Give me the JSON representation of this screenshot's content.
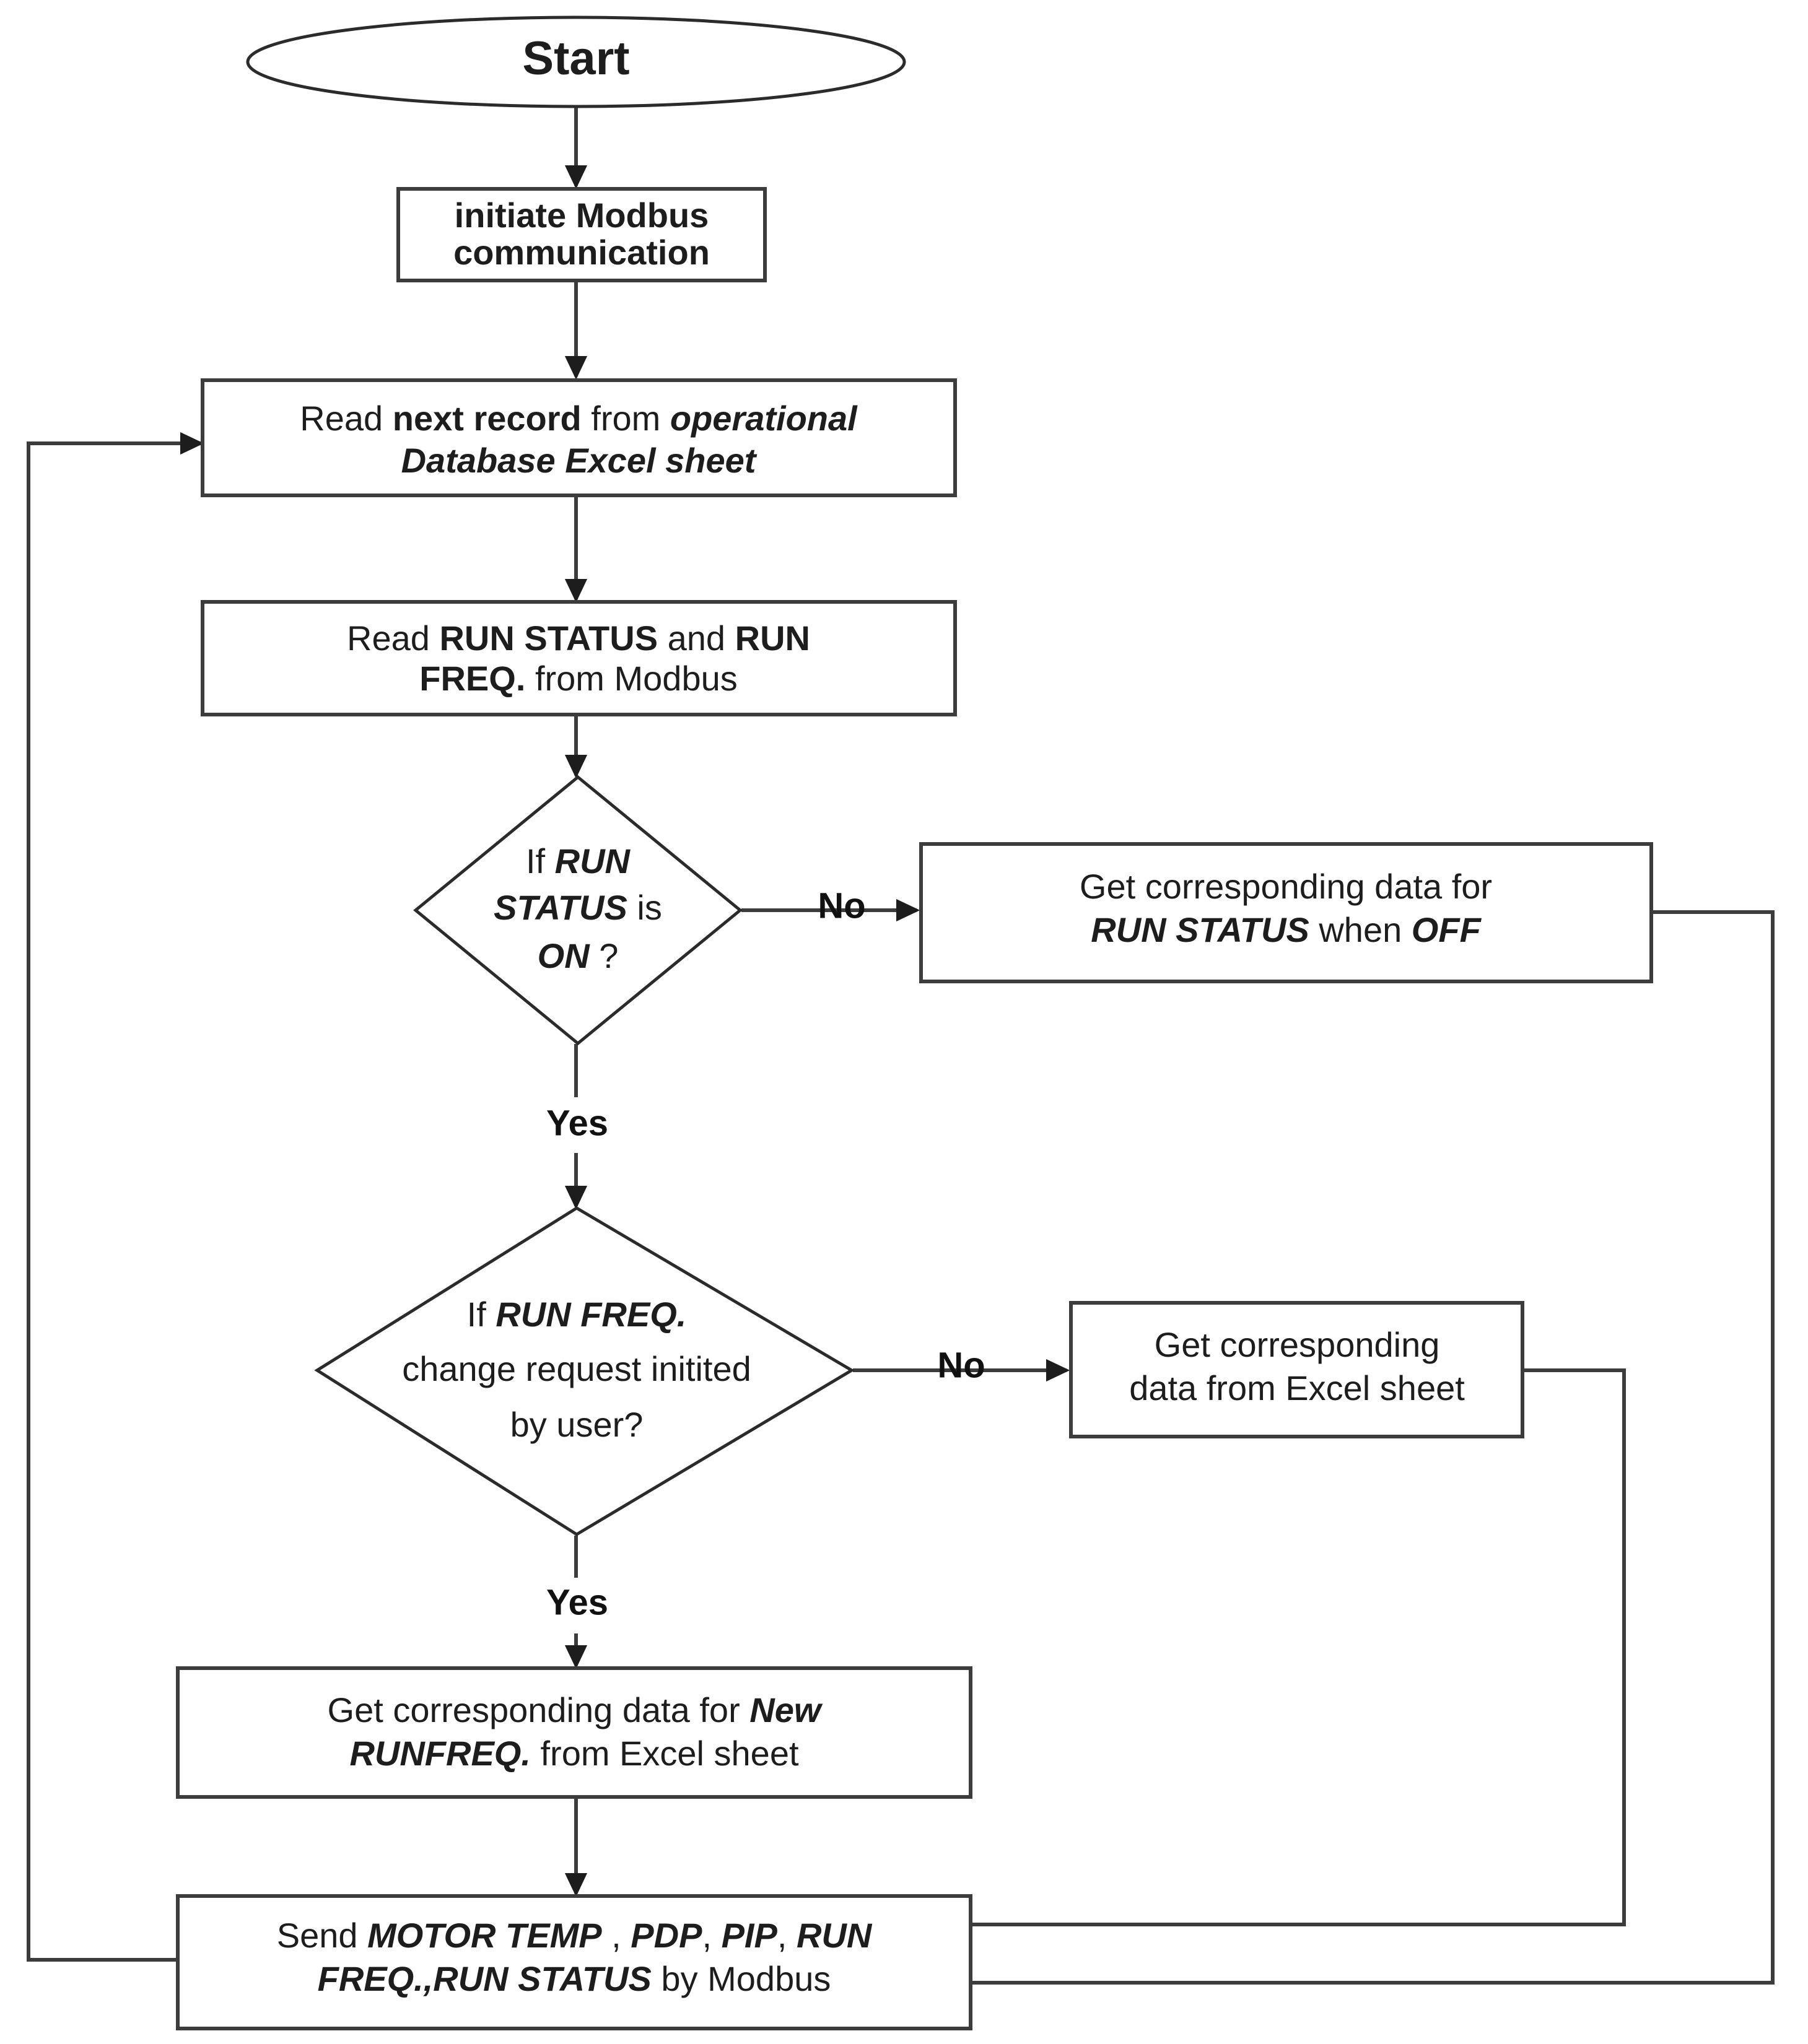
{
  "diagram": {
    "title": "Modbus operational data flowchart",
    "type": "flowchart",
    "background_color": "#ffffff",
    "stroke_color": "#3c3c3c",
    "text_color": "#1d1d1d"
  },
  "nodes": {
    "start": {
      "shape": "ellipse",
      "label": "Start"
    },
    "init_modbus": {
      "shape": "process",
      "line1": "initiate Modbus",
      "line2": "communication"
    },
    "read_record": {
      "shape": "process",
      "line1_part1": "Read ",
      "line1_part2": "next record",
      "line1_part3": " from ",
      "line1_part4": "operational",
      "line2": "Database Excel sheet"
    },
    "read_status": {
      "shape": "process",
      "line1_part1": "Read ",
      "line1_part2": "RUN STATUS",
      "line1_part3": " and ",
      "line1_part4": "RUN",
      "line2_part1": "FREQ.",
      "line2_part2": " from Modbus"
    },
    "decide_status": {
      "shape": "decision",
      "line1_part1": "If ",
      "line1_part2": "RUN",
      "line2_part1": "STATUS",
      "line2_part2": "  is",
      "line3_part1": "ON",
      "line3_part2": " ?"
    },
    "get_off_data": {
      "shape": "process",
      "line1": "Get corresponding data for",
      "line2_part1": "RUN STATUS",
      "line2_part2": " when ",
      "line2_part3": "OFF"
    },
    "decide_freq": {
      "shape": "decision",
      "line1_part1": "If ",
      "line1_part2": "RUN FREQ.",
      "line2": "change request initited",
      "line3": "by user?"
    },
    "get_excel_data": {
      "shape": "process",
      "line1": "Get corresponding",
      "line2": "data from Excel sheet"
    },
    "get_new_freq": {
      "shape": "process",
      "line1_part1": "Get corresponding data for ",
      "line1_part2": "New",
      "line2_part1": "RUNFREQ.",
      "line2_part2": " from Excel sheet"
    },
    "send_modbus": {
      "shape": "process",
      "line1_part1": "Send ",
      "line1_part2": "MOTOR TEMP",
      "line1_part3": " , ",
      "line1_part4": "PDP",
      "line1_part5": ", ",
      "line1_part6": "PIP",
      "line1_part7": ", ",
      "line1_part8": "RUN",
      "line2_part1": "FREQ.,",
      "line2_part2": "RUN STATUS",
      "line2_part3": " by Modbus"
    }
  },
  "edge_labels": {
    "status_no": "No",
    "status_yes": "Yes",
    "freq_no": "No",
    "freq_yes": "Yes"
  }
}
